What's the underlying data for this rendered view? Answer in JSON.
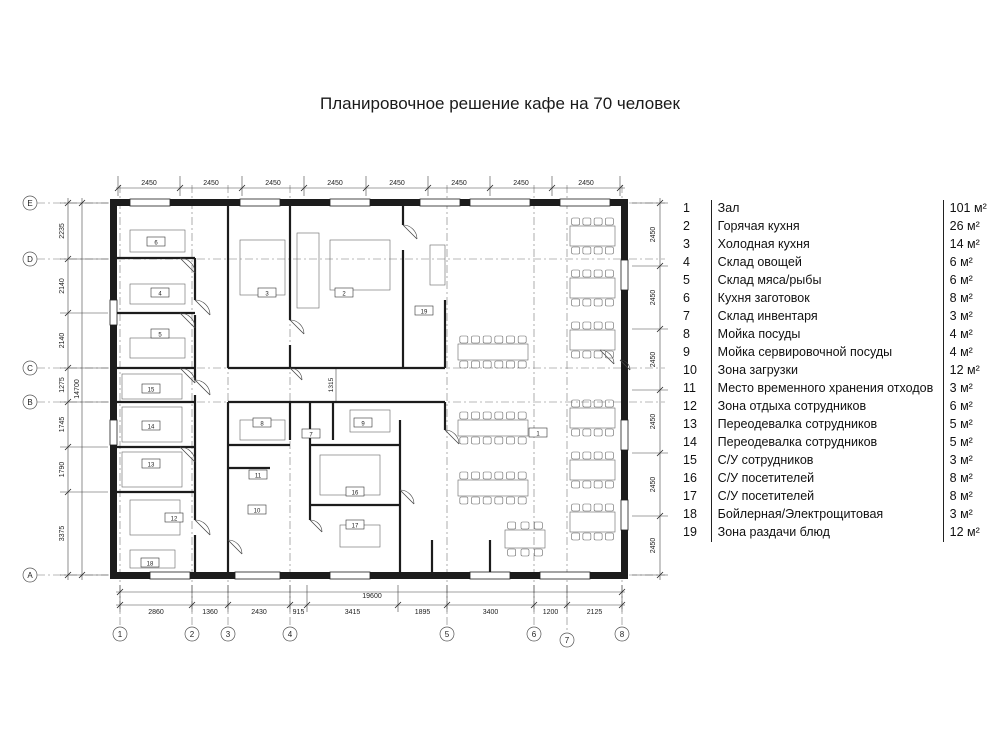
{
  "title": "Планировочное решение кафе на 70 человек",
  "axes": {
    "letters": [
      "E",
      "D",
      "C",
      "B",
      "A"
    ],
    "numbers": [
      "1",
      "2",
      "3",
      "4",
      "5",
      "6",
      "7",
      "8"
    ]
  },
  "dimensions": {
    "top": [
      "2450",
      "2450",
      "2450",
      "2450",
      "2450",
      "2450",
      "2450",
      "2450"
    ],
    "bottom": [
      "2860",
      "1360",
      "2430",
      "915",
      "3415",
      "1895",
      "3400",
      "1200",
      "2125"
    ],
    "bottom_total": "19600",
    "left": [
      "2235",
      "2140",
      "2140",
      "1275",
      "1745",
      "1790",
      "3375"
    ],
    "left_total": "14700",
    "right": [
      "2450",
      "2450",
      "2450",
      "2450",
      "2450",
      "2450"
    ],
    "corridor": "1315"
  },
  "room_tags": [
    "1",
    "2",
    "3",
    "4",
    "5",
    "6",
    "7",
    "8",
    "9",
    "10",
    "11",
    "12",
    "13",
    "14",
    "15",
    "16",
    "17",
    "18",
    "19"
  ],
  "legend": [
    {
      "num": "1",
      "name": "Зал",
      "area": "101 м²"
    },
    {
      "num": "2",
      "name": "Горячая кухня",
      "area": "26 м²"
    },
    {
      "num": "3",
      "name": "Холодная кухня",
      "area": "14 м²"
    },
    {
      "num": "4",
      "name": "Склад овощей",
      "area": "6 м²"
    },
    {
      "num": "5",
      "name": "Склад мяса/рыбы",
      "area": "6 м²"
    },
    {
      "num": "6",
      "name": "Кухня заготовок",
      "area": "8 м²"
    },
    {
      "num": "7",
      "name": "Склад инвентаря",
      "area": "3 м²"
    },
    {
      "num": "8",
      "name": "Мойка посуды",
      "area": "4 м²"
    },
    {
      "num": "9",
      "name": "Мойка сервировочной посуды",
      "area": "4 м²"
    },
    {
      "num": "10",
      "name": "Зона загрузки",
      "area": "12 м²"
    },
    {
      "num": "11",
      "name": "Место временного хранения отходов",
      "area": "3 м²"
    },
    {
      "num": "12",
      "name": "Зона отдыха сотрудников",
      "area": "6 м²"
    },
    {
      "num": "13",
      "name": "Переодевалка сотрудников",
      "area": "5 м²"
    },
    {
      "num": "14",
      "name": "Переодевалка сотрудников",
      "area": "5 м²"
    },
    {
      "num": "15",
      "name": "С/У сотрудников",
      "area": "3 м²"
    },
    {
      "num": "16",
      "name": "С/У посетителей",
      "area": "8 м²"
    },
    {
      "num": "17",
      "name": "С/У посетителей",
      "area": "8 м²"
    },
    {
      "num": "18",
      "name": "Бойлерная/Электрощитовая",
      "area": "3 м²"
    },
    {
      "num": "19",
      "name": "Зона раздачи блюд",
      "area": "12 м²"
    }
  ]
}
